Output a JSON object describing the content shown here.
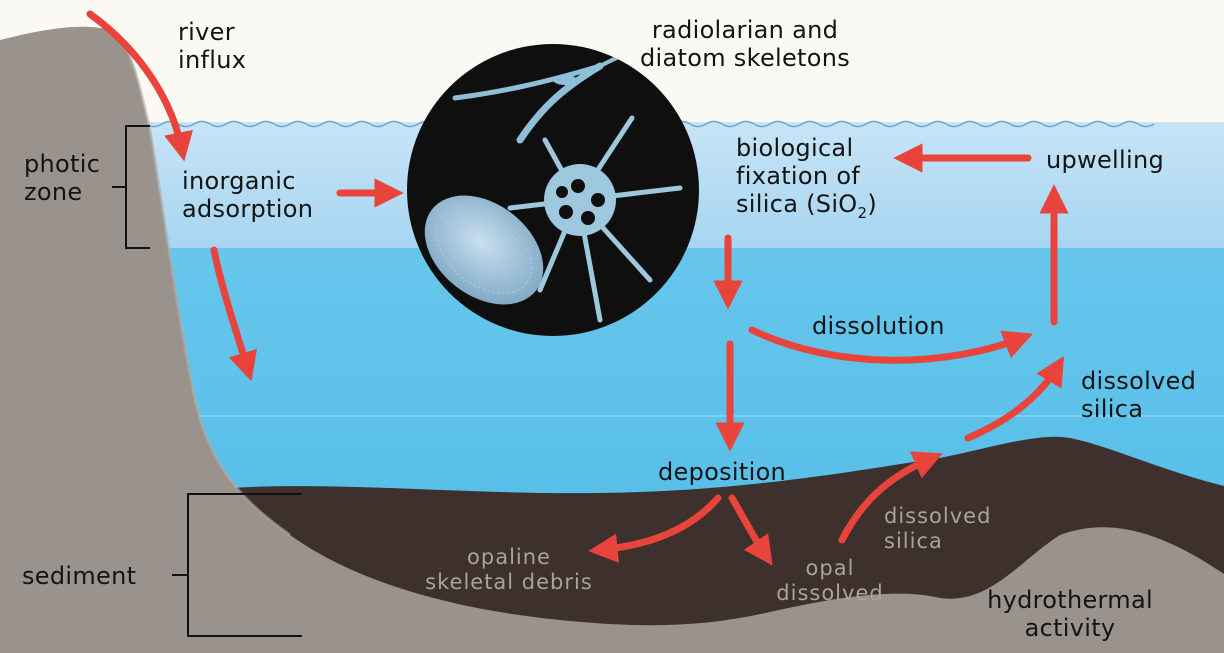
{
  "labels": {
    "river_influx": [
      "river",
      "influx"
    ],
    "skeletons": [
      "radiolarian and",
      "diatom skeletons"
    ],
    "photic_zone": [
      "photic",
      "zone"
    ],
    "inorganic_adsorption": [
      "inorganic",
      "adsorption"
    ],
    "biological_fixation": [
      "biological",
      "fixation of"
    ],
    "silica_formula": {
      "prefix": "silica (SiO",
      "subscript": "2",
      "suffix": ")"
    },
    "upwelling": "upwelling",
    "dissolution": "dissolution",
    "dissolved_silica_water": [
      "dissolved",
      "silica"
    ],
    "deposition": "deposition",
    "sediment": "sediment",
    "opaline_debris": [
      "opaline",
      "skeletal debris"
    ],
    "opal_dissolved": [
      "opal",
      "dissolved"
    ],
    "dissolved_silica_sediment": [
      "dissolved",
      "silica"
    ],
    "hydrothermal_activity": [
      "hydrothermal",
      "activity"
    ]
  },
  "colors": {
    "sky": "#fbf9f4",
    "photic_water": "#b9dcf3",
    "deep_water": "#5cc3ea",
    "land": "#9a928c",
    "sediment": "#3d302d",
    "arrow": "#e8443b",
    "circle": "#0f0f0f",
    "skeleton": "#9ec8de"
  }
}
